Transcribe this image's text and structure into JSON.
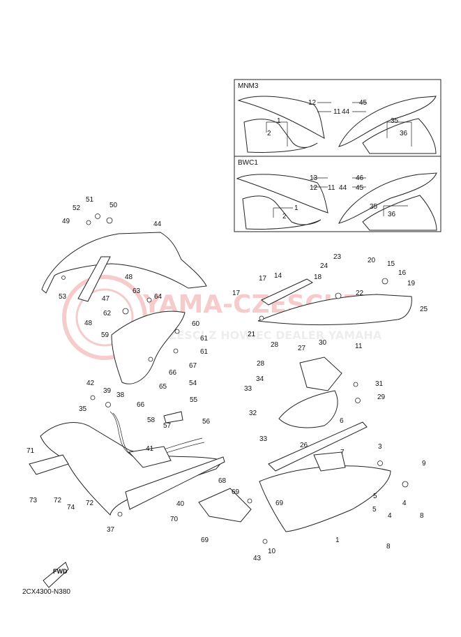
{
  "diagram": {
    "code": "2CX4300-N380",
    "fwd_label": "FWD",
    "watermark_main": "YAMA-CZESCI.PL",
    "watermark_sub": "CZESCI Z HOWIEC DEALER YAMAHA",
    "inset_top": {
      "title": "MNM3",
      "labels": [
        "12",
        "11",
        "1",
        "2",
        "45",
        "44",
        "35",
        "36"
      ]
    },
    "inset_bottom": {
      "title": "BWC1",
      "labels": [
        "13",
        "12",
        "11",
        "1",
        "2",
        "46",
        "45",
        "44",
        "35",
        "36"
      ]
    },
    "callouts": [
      "51",
      "52",
      "50",
      "49",
      "44",
      "48",
      "53",
      "47",
      "48",
      "63",
      "64",
      "62",
      "60",
      "59",
      "61",
      "61",
      "67",
      "66",
      "65",
      "66",
      "17",
      "14",
      "17",
      "18",
      "24",
      "23",
      "20",
      "15",
      "16",
      "19",
      "22",
      "25",
      "21",
      "11",
      "28",
      "27",
      "30",
      "28",
      "34",
      "31",
      "33",
      "29",
      "32",
      "33",
      "26",
      "6",
      "42",
      "39",
      "38",
      "35",
      "54",
      "55",
      "58",
      "57",
      "56",
      "41",
      "40",
      "71",
      "73",
      "72",
      "74",
      "72",
      "37",
      "68",
      "69",
      "69",
      "70",
      "69",
      "43",
      "10",
      "3",
      "9",
      "7",
      "5",
      "4",
      "8",
      "5",
      "4",
      "8",
      "1"
    ]
  }
}
